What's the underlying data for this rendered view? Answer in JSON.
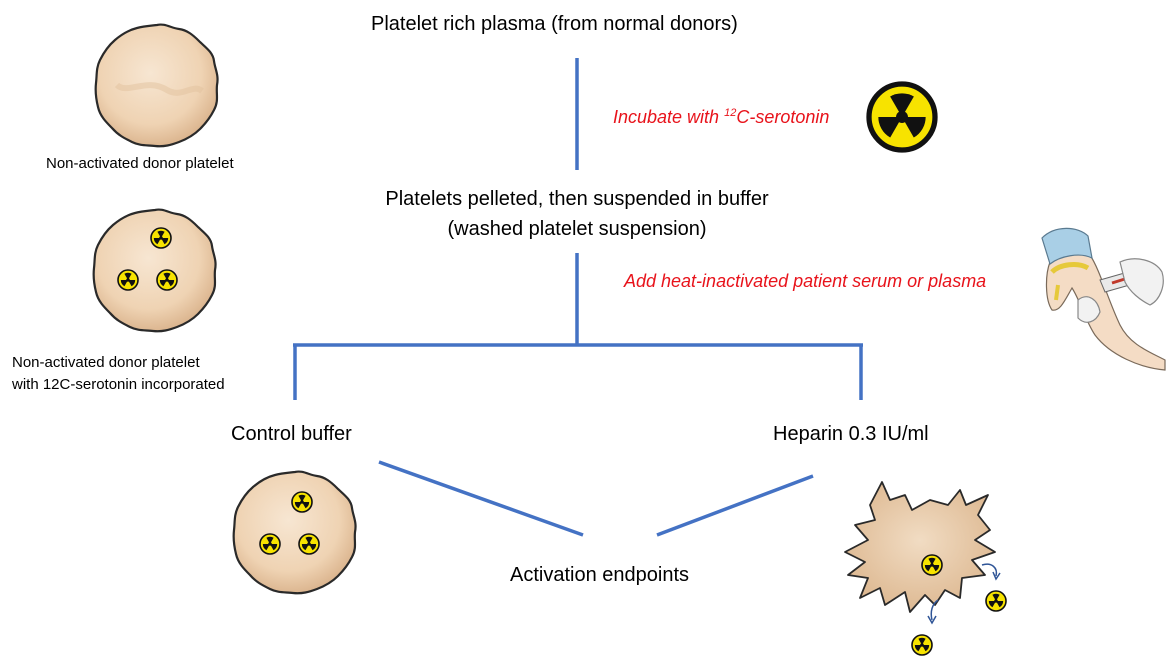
{
  "steps": {
    "prp": "Platelet rich plasma (from normal donors)",
    "incubate_prefix": "Incubate with ",
    "incubate_sup": "12",
    "incubate_suffix": "C-serotonin",
    "pellet_line1": "Platelets pelleted, then suspended in buffer",
    "pellet_line2": "(washed platelet suspension)",
    "add_serum": "Add heat-inactivated patient serum or plasma",
    "control": "Control buffer",
    "heparin": "Heparin 0.3 IU/ml",
    "endpoints": "Activation endpoints"
  },
  "legend": {
    "platelet1": "Non-activated donor platelet",
    "platelet2_line1": "Non-activated donor platelet",
    "platelet2_line2": "with 12C-serotonin incorporated"
  },
  "colors": {
    "line": "#4472c4",
    "red_text": "#e8131b",
    "platelet_fill": "#f2d6b8",
    "radiation_yellow": "#f7e300"
  },
  "icons": [
    "radiation-icon",
    "platelet-icon",
    "activated-platelet-icon",
    "blood-draw-icon"
  ]
}
